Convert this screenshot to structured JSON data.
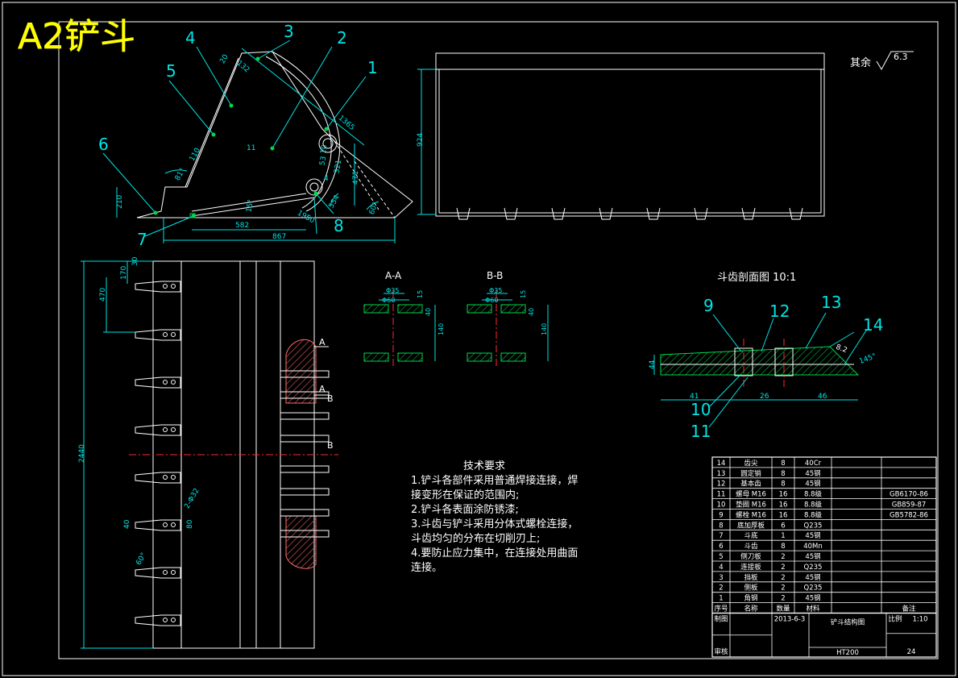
{
  "title": "A2铲斗",
  "roughness": {
    "label": "其余",
    "value": "6.3"
  },
  "side_view": {
    "callouts": [
      "1",
      "2",
      "3",
      "4",
      "5",
      "6",
      "7",
      "8"
    ],
    "dims": [
      "20",
      "132",
      "1365",
      "471",
      "210",
      "110",
      "81°",
      "321",
      "53",
      "15°",
      "10",
      "4",
      "1950",
      "582",
      "867",
      "60°",
      "554",
      "11"
    ]
  },
  "front_view": {
    "dims": [
      "924"
    ]
  },
  "top_view": {
    "dims": [
      "2440",
      "470",
      "170",
      "30",
      "40",
      "80",
      "2-Φ32",
      "60°"
    ],
    "section_marks": [
      "A",
      "A",
      "B",
      "B"
    ]
  },
  "sections": {
    "aa": {
      "title": "A-A",
      "dims": [
        "Φ35",
        "Φ60",
        "15",
        "40",
        "140"
      ]
    },
    "bb": {
      "title": "B-B",
      "dims": [
        "Φ35",
        "Φ60",
        "15",
        "40",
        "140"
      ]
    }
  },
  "tooth": {
    "title": "斗齿剖面图 10:1",
    "callouts": [
      "9",
      "12",
      "13",
      "14",
      "10",
      "11"
    ],
    "dims": [
      "41",
      "26",
      "46",
      "44",
      "8.2",
      "145°"
    ]
  },
  "tech": {
    "title": "技术要求",
    "lines": [
      "1.铲斗各部件采用普通焊接连接，焊",
      "接变形在保证的范围内;",
      "2.铲斗各表面涂防锈漆;",
      "3.斗齿与铲斗采用分体式螺栓连接，",
      "斗齿均匀的分布在切削刃上;",
      "4.要防止应力集中，在连接处用曲面",
      "连接。"
    ]
  },
  "bom": {
    "rows": [
      [
        "14",
        "齿尖",
        "8",
        "40Cr",
        ""
      ],
      [
        "13",
        "圆定销",
        "8",
        "45钢",
        ""
      ],
      [
        "12",
        "基本齿",
        "8",
        "45钢",
        ""
      ],
      [
        "11",
        "螺母 M16",
        "16",
        "8.8级",
        "GB6170-86"
      ],
      [
        "10",
        "垫圈 M16",
        "16",
        "8.8级",
        "GB859-87"
      ],
      [
        "9",
        "螺栓 M16",
        "16",
        "8.8级",
        "GB5782-86"
      ],
      [
        "8",
        "底加厚板",
        "6",
        "Q235",
        ""
      ],
      [
        "7",
        "斗底",
        "1",
        "45钢",
        ""
      ],
      [
        "6",
        "斗齿",
        "8",
        "40Mn",
        ""
      ],
      [
        "5",
        "侧刀板",
        "2",
        "45钢",
        ""
      ],
      [
        "4",
        "连接板",
        "2",
        "Q235",
        ""
      ],
      [
        "3",
        "挡板",
        "2",
        "45钢",
        ""
      ],
      [
        "2",
        "侧板",
        "2",
        "Q235",
        ""
      ],
      [
        "1",
        "角钢",
        "2",
        "45钢",
        ""
      ]
    ],
    "header": [
      "序号",
      "名称",
      "数量",
      "材料",
      "备注"
    ],
    "title_block": {
      "drawn": "制图",
      "date": "2013-6-3",
      "drawing_name": "铲斗结构图",
      "scale_label": "比例",
      "scale": "1:10",
      "checked": "审核",
      "sheet": "24",
      "org": "HT200"
    }
  },
  "colors": {
    "background": "#000000",
    "outline": "#ffffff",
    "geometry": "#00d84a",
    "dimension": "#00e5e5",
    "centerline": "#ff2a2a",
    "title": "#ffff00"
  }
}
